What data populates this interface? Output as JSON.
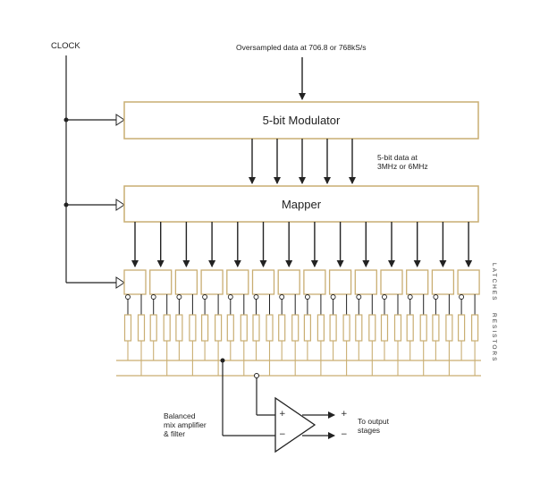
{
  "labels": {
    "clock": "CLOCK",
    "input": "Oversampled data at 706.8 or 768kS/s",
    "modulator": "5-bit Modulator",
    "data_rate_line1": "5-bit data at",
    "data_rate_line2": "3MHz or 6MHz",
    "mapper": "Mapper",
    "latches": "LATCHES",
    "resistors": "RESISTORS",
    "amp_line1": "Balanced",
    "amp_line2": "mix amplifier",
    "amp_line3": "& filter",
    "out_line1": "To output",
    "out_line2": "stages",
    "plus": "+",
    "minus": "−"
  },
  "colors": {
    "box": "#c9ae72",
    "line": "#222222",
    "resistor": "#c9ae72"
  },
  "counts": {
    "modulator_bits": 5,
    "latches": 14
  }
}
